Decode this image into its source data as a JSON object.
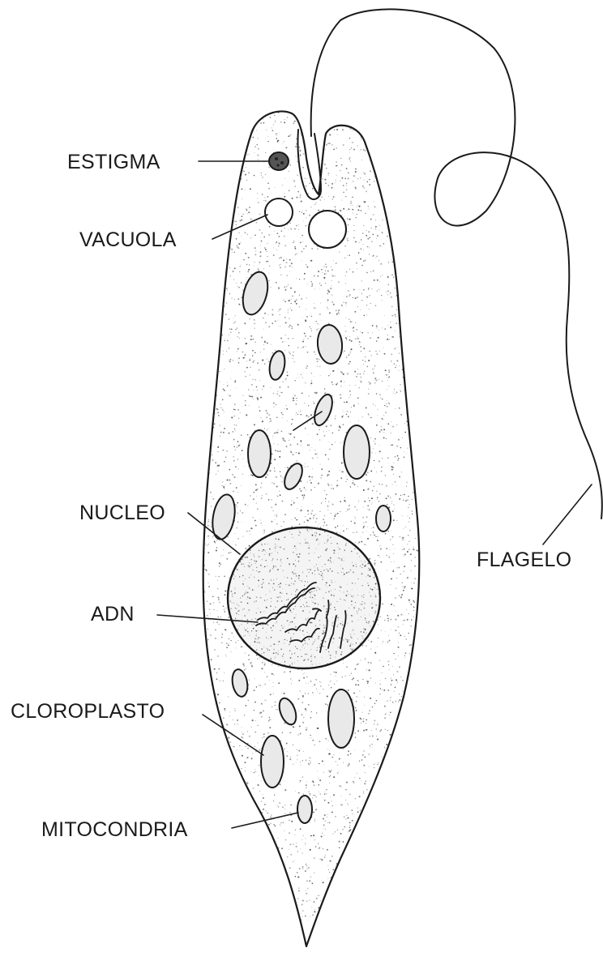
{
  "diagram": {
    "subject": "Euglena",
    "colors": {
      "ink": "#1a1a1a",
      "stipple": "#3a3a3a",
      "background": "#ffffff"
    },
    "labels": {
      "estigma": "ESTIGMA",
      "vacuola": "VACUOLA",
      "nucleo": "NUCLEO",
      "adn": "ADN",
      "cloroplasto": "CLOROPLASTO",
      "mitocondria": "MITOCONDRIA",
      "flagelo": "FLAGELO"
    }
  }
}
